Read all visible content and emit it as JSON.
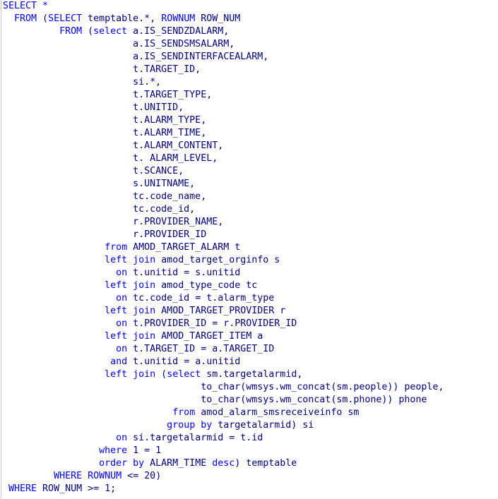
{
  "editor": {
    "lines": [
      [
        [
          "kw",
          "SELECT *"
        ]
      ],
      [
        [
          "id",
          "  "
        ],
        [
          "kw",
          "FROM"
        ],
        [
          "id",
          " ("
        ],
        [
          "kw",
          "SELECT"
        ],
        [
          "id",
          " temptable.*, "
        ],
        [
          "kw",
          "ROWNUM"
        ],
        [
          "id",
          " ROW_NUM"
        ]
      ],
      [
        [
          "id",
          "          "
        ],
        [
          "kw",
          "FROM"
        ],
        [
          "id",
          " ("
        ],
        [
          "kw",
          "select"
        ],
        [
          "id",
          " a.IS_SENDZDALARM,"
        ]
      ],
      [
        [
          "id",
          "                       a.IS_SENDSMSALARM,"
        ]
      ],
      [
        [
          "id",
          "                       a.IS_SENDINTERFACEALARM,"
        ]
      ],
      [
        [
          "id",
          "                       t.TARGET_ID,"
        ]
      ],
      [
        [
          "id",
          "                       si.*,"
        ]
      ],
      [
        [
          "id",
          "                       t.TARGET_TYPE,"
        ]
      ],
      [
        [
          "id",
          "                       t.UNITID,"
        ]
      ],
      [
        [
          "id",
          "                       t.ALARM_TYPE,"
        ]
      ],
      [
        [
          "id",
          "                       t.ALARM_TIME,"
        ]
      ],
      [
        [
          "id",
          "                       t.ALARM_CONTENT,"
        ]
      ],
      [
        [
          "id",
          "                       t. ALARM_LEVEL,"
        ]
      ],
      [
        [
          "id",
          "                       t.SCANCE,"
        ]
      ],
      [
        [
          "id",
          "                       s.UNITNAME,"
        ]
      ],
      [
        [
          "id",
          "                       tc.code_name,"
        ]
      ],
      [
        [
          "id",
          "                       tc.code_id,"
        ]
      ],
      [
        [
          "id",
          "                       r.PROVIDER_NAME,"
        ]
      ],
      [
        [
          "id",
          "                       r.PROVIDER_ID"
        ]
      ],
      [
        [
          "id",
          "                  "
        ],
        [
          "kw",
          "from"
        ],
        [
          "id",
          " AMOD_TARGET_ALARM t"
        ]
      ],
      [
        [
          "id",
          "                  "
        ],
        [
          "kw",
          "left join"
        ],
        [
          "id",
          " amod_target_orginfo s"
        ]
      ],
      [
        [
          "id",
          "                    "
        ],
        [
          "kw",
          "on"
        ],
        [
          "id",
          " t.unitid = s.unitid"
        ]
      ],
      [
        [
          "id",
          "                  "
        ],
        [
          "kw",
          "left join"
        ],
        [
          "id",
          " amod_type_code tc"
        ]
      ],
      [
        [
          "id",
          "                    "
        ],
        [
          "kw",
          "on"
        ],
        [
          "id",
          " tc.code_id = t.alarm_type"
        ]
      ],
      [
        [
          "id",
          "                  "
        ],
        [
          "kw",
          "left join"
        ],
        [
          "id",
          " AMOD_TARGET_PROVIDER r"
        ]
      ],
      [
        [
          "id",
          "                    "
        ],
        [
          "kw",
          "on"
        ],
        [
          "id",
          " t.PROVIDER_ID = r.PROVIDER_ID"
        ]
      ],
      [
        [
          "id",
          "                  "
        ],
        [
          "kw",
          "left join"
        ],
        [
          "id",
          " AMOD_TARGET_ITEM a"
        ]
      ],
      [
        [
          "id",
          "                    "
        ],
        [
          "kw",
          "on"
        ],
        [
          "id",
          " t.TARGET_ID = a.TARGET_ID"
        ]
      ],
      [
        [
          "id",
          "                   "
        ],
        [
          "kw",
          "and"
        ],
        [
          "id",
          " t.unitid = a.unitid"
        ]
      ],
      [
        [
          "id",
          "                  "
        ],
        [
          "kw",
          "left join"
        ],
        [
          "id",
          " ("
        ],
        [
          "kw",
          "select"
        ],
        [
          "id",
          " sm.targetalarmid,"
        ]
      ],
      [
        [
          "id",
          "                                   to_char(wmsys.wm_concat(sm.people)) people,"
        ]
      ],
      [
        [
          "id",
          "                                   to_char(wmsys.wm_concat(sm.phone)) phone"
        ]
      ],
      [
        [
          "id",
          "                              "
        ],
        [
          "kw",
          "from"
        ],
        [
          "id",
          " amod_alarm_smsreceiveinfo sm"
        ]
      ],
      [
        [
          "id",
          "                             "
        ],
        [
          "kw",
          "group by"
        ],
        [
          "id",
          " targetalarmid) si"
        ]
      ],
      [
        [
          "id",
          "                    "
        ],
        [
          "kw",
          "on"
        ],
        [
          "id",
          " si.targetalarmid = t.id"
        ]
      ],
      [
        [
          "id",
          "                 "
        ],
        [
          "kw",
          "where"
        ],
        [
          "id",
          " 1 = 1"
        ]
      ],
      [
        [
          "id",
          "                 "
        ],
        [
          "kw",
          "order by"
        ],
        [
          "id",
          " ALARM_TIME "
        ],
        [
          "kw",
          "desc"
        ],
        [
          "id",
          ") temptable"
        ]
      ],
      [
        [
          "id",
          "         "
        ],
        [
          "kw",
          "WHERE"
        ],
        [
          "id",
          " "
        ],
        [
          "kw",
          "ROWNUM"
        ],
        [
          "id",
          " <= 20)"
        ]
      ],
      [
        [
          "id",
          " "
        ],
        [
          "kw",
          "WHERE"
        ],
        [
          "id",
          " ROW_NUM >= 1;"
        ]
      ]
    ]
  },
  "colors": {
    "keyword": "#0000ff",
    "identifier": "#000080",
    "background": "#ffffff"
  }
}
